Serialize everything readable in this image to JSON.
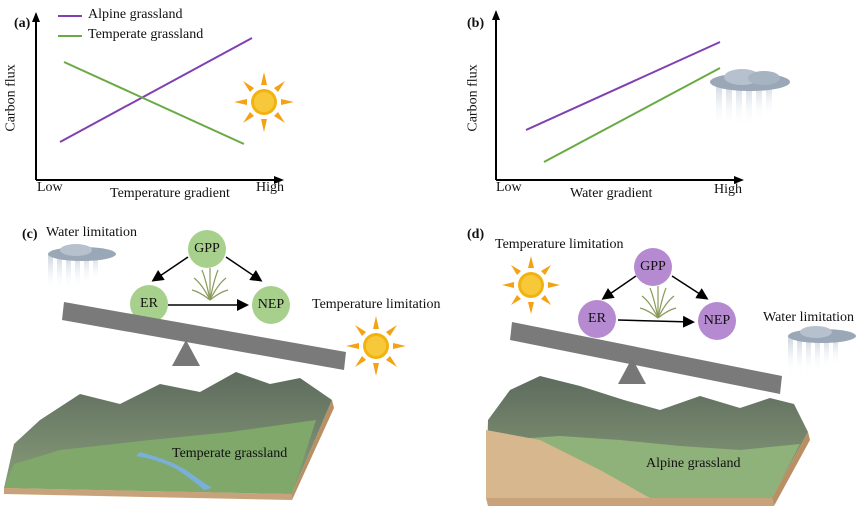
{
  "panels": {
    "a": {
      "label": "(a)",
      "ylabel": "Carbon flux",
      "xlabel": "Temperature gradient",
      "x_low": "Low",
      "x_high": "High",
      "legend": [
        "Alpine grassland",
        "Temperate grassland"
      ]
    },
    "b": {
      "label": "(b)",
      "ylabel": "Carbon flux",
      "xlabel": "Water gradient",
      "x_low": "Low",
      "x_high": "High"
    },
    "c": {
      "label": "(c)",
      "left_limit": "Water limitation",
      "right_limit": "Temperature limitation",
      "nodes": {
        "top": "GPP",
        "left": "ER",
        "right": "NEP"
      },
      "landscape": "Temperate grassland",
      "node_color": "#a8d08d"
    },
    "d": {
      "label": "(d)",
      "left_limit": "Temperature limitation",
      "right_limit": "Water limitation",
      "nodes": {
        "top": "GPP",
        "left": "ER",
        "right": "NEP"
      },
      "landscape": "Alpine grassland",
      "node_color": "#b58ad1"
    }
  },
  "colors": {
    "alpine": "#8040b0",
    "temperate": "#6aaa44"
  }
}
